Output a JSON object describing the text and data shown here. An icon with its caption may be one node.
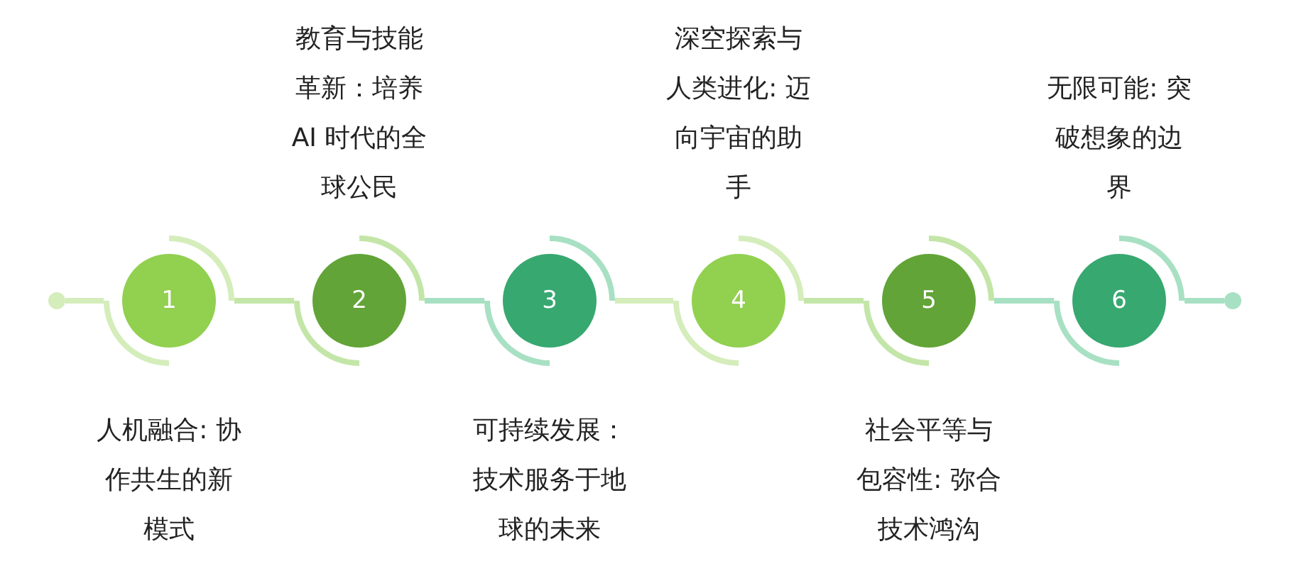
{
  "diagram": {
    "nodes": [
      {
        "text": [],
        "shape": "circle"
      },
      {
        "text": [
          "1"
        ],
        "beside": [
          "人机融合: 协作共生的新模式"
        ]
      },
      {
        "text": [
          "2"
        ],
        "beside": [
          "教育与技能革新：培养AI 时代的全球公民"
        ]
      },
      {
        "text": [
          "3"
        ],
        "beside": [
          "可持续发展：技术服务于地球的未来"
        ]
      },
      {
        "text": [
          "4"
        ],
        "beside": [
          "深空探索与人类进化: 迈向宇宙的助手"
        ]
      },
      {
        "text": [
          "5"
        ],
        "beside": [
          "社会平等与包容性: 弥合技术鸿沟"
        ]
      },
      {
        "text": [
          "6"
        ],
        "beside": [
          "无限可能: 突破想象的边界"
        ]
      },
      {
        "text": [],
        "shape": "circle"
      }
    ],
    "edges": [
      {
        "from": 0,
        "to": 1,
        "arrow": "none",
        "color": "#d4edbb"
      },
      {
        "from": 1,
        "to": 2,
        "arrow": "none",
        "color": "#c3e6a8"
      },
      {
        "from": 2,
        "to": 3,
        "arrow": "none",
        "color": "#a8e0c3"
      },
      {
        "from": 3,
        "to": 4,
        "arrow": "none",
        "color": "#d4edbb"
      },
      {
        "from": 4,
        "to": 5,
        "arrow": "none",
        "color": "#c3e6a8"
      },
      {
        "from": 5,
        "to": 6,
        "arrow": "none",
        "color": "#a8e0c3"
      },
      {
        "from": 6,
        "to": 7,
        "arrow": "none",
        "color": "#a8e0c3"
      }
    ]
  }
}
